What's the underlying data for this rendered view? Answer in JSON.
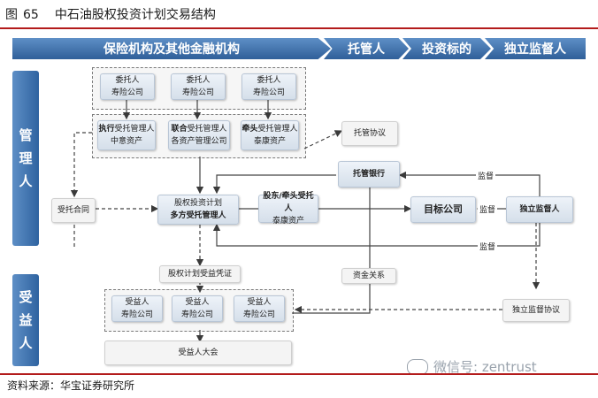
{
  "figure": {
    "label": "图",
    "number": "65",
    "title": "中石油股权投资计划交易结构"
  },
  "header_row": [
    "保险机构及其他金融机构",
    "托管人",
    "投资标的",
    "独立监督人"
  ],
  "side_labels": {
    "manager": [
      "管",
      "理",
      "人"
    ],
    "beneficiary": [
      "受",
      "益",
      "人"
    ]
  },
  "principals": [
    {
      "role": "委托人",
      "name": "寿险公司"
    },
    {
      "role": "委托人",
      "name": "寿险公司"
    },
    {
      "role": "委托人",
      "name": "寿险公司"
    }
  ],
  "trustees": [
    {
      "prefix": "执行",
      "role": "受托管理人",
      "name": "中意资产"
    },
    {
      "prefix": "联合",
      "role": "受托管理人",
      "name": "各资产管理公司"
    },
    {
      "prefix": "牵头",
      "role": "受托管理人",
      "name": "泰康资产"
    }
  ],
  "plan": {
    "line1": "股权投资计划",
    "line2": "多方受托管理人"
  },
  "lead_trustee": {
    "line1": "股东/牵头受托人",
    "line2": "泰康资产"
  },
  "entrust_contract": "受托合同",
  "custody_agreement": "托管协议",
  "custodian_bank": "托管银行",
  "target_company": "目标公司",
  "supervisor": "独立监督人",
  "supervision_labels": [
    "监督",
    "监督",
    "监督"
  ],
  "certificate": "股权计划受益凭证",
  "fund_relation": "资金关系",
  "beneficiaries": [
    {
      "role": "受益人",
      "name": "寿险公司"
    },
    {
      "role": "受益人",
      "name": "寿险公司"
    },
    {
      "role": "受益人",
      "name": "寿险公司"
    }
  ],
  "beneficiary_meeting": "受益人大会",
  "supervision_agreement": "独立监督协议",
  "source": "资料来源：华宝证券研究所",
  "watermark": "微信号: zentrust"
}
